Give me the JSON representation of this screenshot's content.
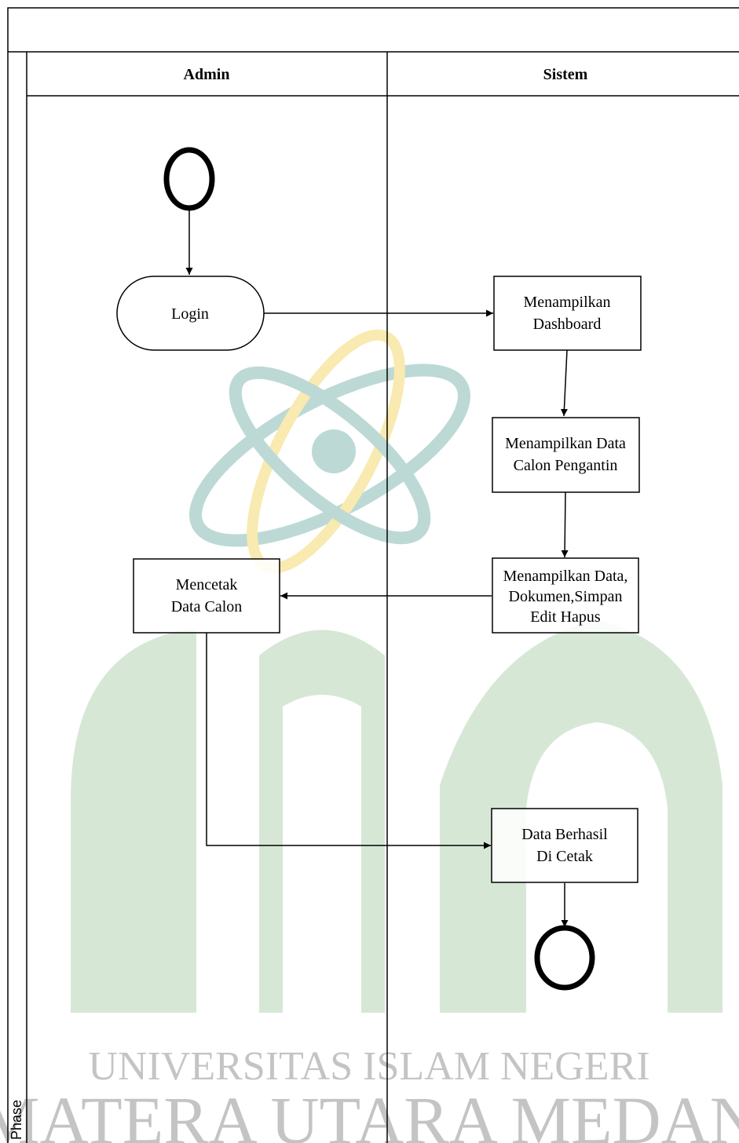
{
  "diagram": {
    "phase_label": "Phase",
    "lanes": [
      {
        "title": "Admin"
      },
      {
        "title": "Sistem"
      }
    ],
    "nodes": {
      "start": {
        "type": "initial"
      },
      "login": {
        "type": "activity",
        "lines": [
          "Login"
        ]
      },
      "menampilkan_dashboard": {
        "type": "activity",
        "lines": [
          "Menampilkan",
          "Dashboard"
        ]
      },
      "menampilkan_data_calon": {
        "type": "activity",
        "lines": [
          "Menampilkan Data",
          "Calon Pengantin"
        ]
      },
      "menampilkan_data_dokumen": {
        "type": "activity",
        "lines": [
          "Menampilkan Data,",
          "Dokumen,Simpan",
          "Edit Hapus"
        ]
      },
      "mencetak_data_calon": {
        "type": "activity",
        "lines": [
          "Mencetak",
          "Data Calon"
        ]
      },
      "data_berhasil_dicetak": {
        "type": "activity",
        "lines": [
          "Data Berhasil",
          "Di Cetak"
        ]
      },
      "end": {
        "type": "final"
      }
    },
    "edges": [
      {
        "from": "start",
        "to": "login"
      },
      {
        "from": "login",
        "to": "menampilkan_dashboard"
      },
      {
        "from": "menampilkan_dashboard",
        "to": "menampilkan_data_calon"
      },
      {
        "from": "menampilkan_data_calon",
        "to": "menampilkan_data_dokumen"
      },
      {
        "from": "menampilkan_data_dokumen",
        "to": "mencetak_data_calon"
      },
      {
        "from": "mencetak_data_calon",
        "to": "data_berhasil_dicetak"
      },
      {
        "from": "data_berhasil_dicetak",
        "to": "end"
      }
    ]
  },
  "watermark": {
    "line1": "UNIVERSITAS ISLAM NEGERI",
    "line2": "MATERA UTARA MEDAN",
    "colors": {
      "green": "#cfe3cf",
      "teal": "#bcd9d6",
      "yellow": "#f8eab0",
      "text": "#c4c4c4"
    }
  }
}
